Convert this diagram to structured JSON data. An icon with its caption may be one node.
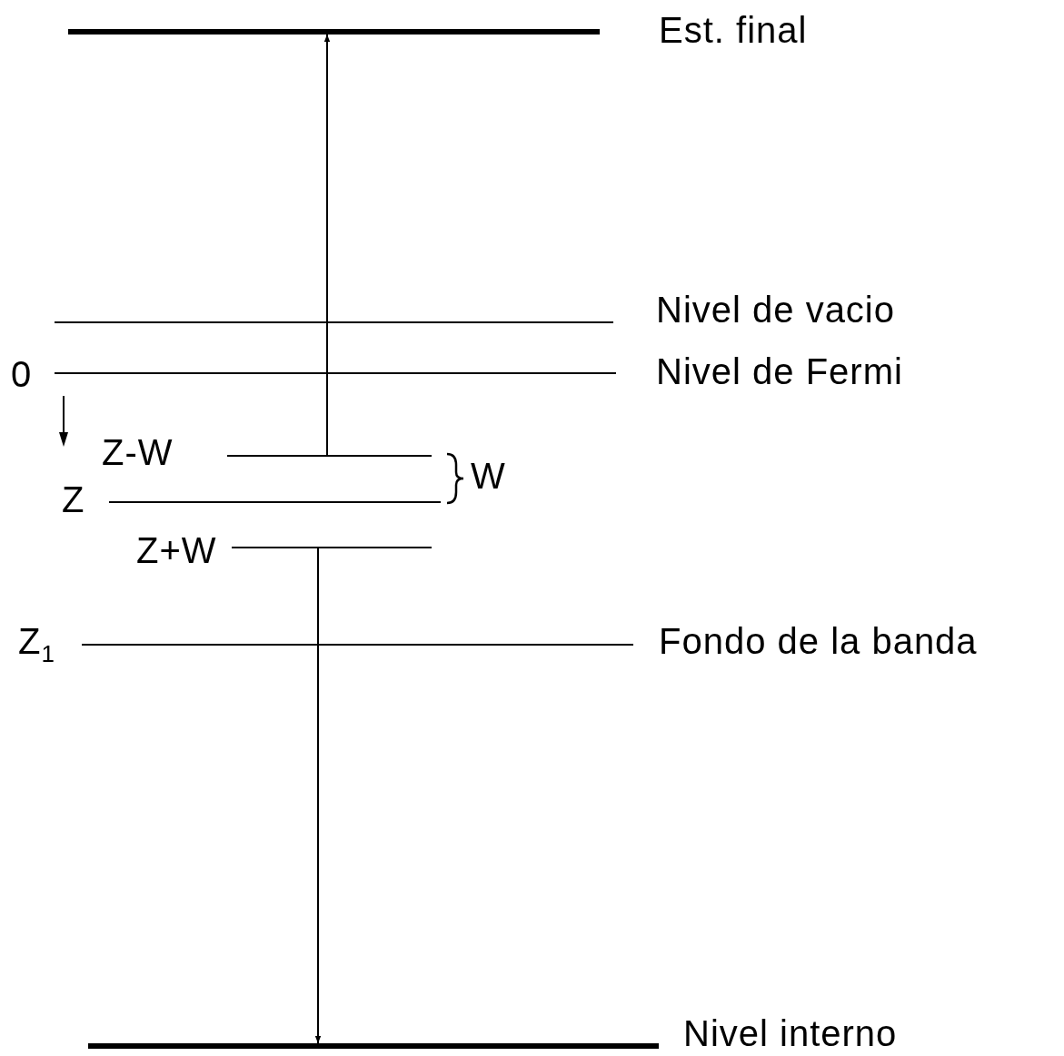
{
  "diagram": {
    "nodes": [
      {
        "text": [],
        "shape": "bar",
        "beside": [
          "Est. final"
        ]
      },
      {
        "text": [],
        "shape": "bar",
        "beside": [
          "Nivel de vacio"
        ]
      },
      {
        "text": [],
        "shape": "bar",
        "beside": [
          "0",
          "Nivel de Fermi"
        ]
      },
      {
        "text": [],
        "shape": "bar",
        "beside": [
          "Z-W"
        ]
      },
      {
        "text": [],
        "shape": "bar",
        "beside": [
          "Z"
        ]
      },
      {
        "text": [],
        "shape": "bar",
        "beside": [
          "Z+W"
        ]
      },
      {
        "text": [],
        "shape": "bar",
        "beside": [
          "Z$_{1}$",
          "Fondo de la banda"
        ]
      },
      {
        "text": [],
        "shape": "bar",
        "beside": [
          "Nivel interno"
        ]
      }
    ],
    "edges": [
      {
        "from": 3,
        "to": 0,
        "arrow": "to"
      },
      {
        "from": 5,
        "to": 7,
        "arrow": "to"
      }
    ],
    "labels": [
      "W"
    ]
  }
}
